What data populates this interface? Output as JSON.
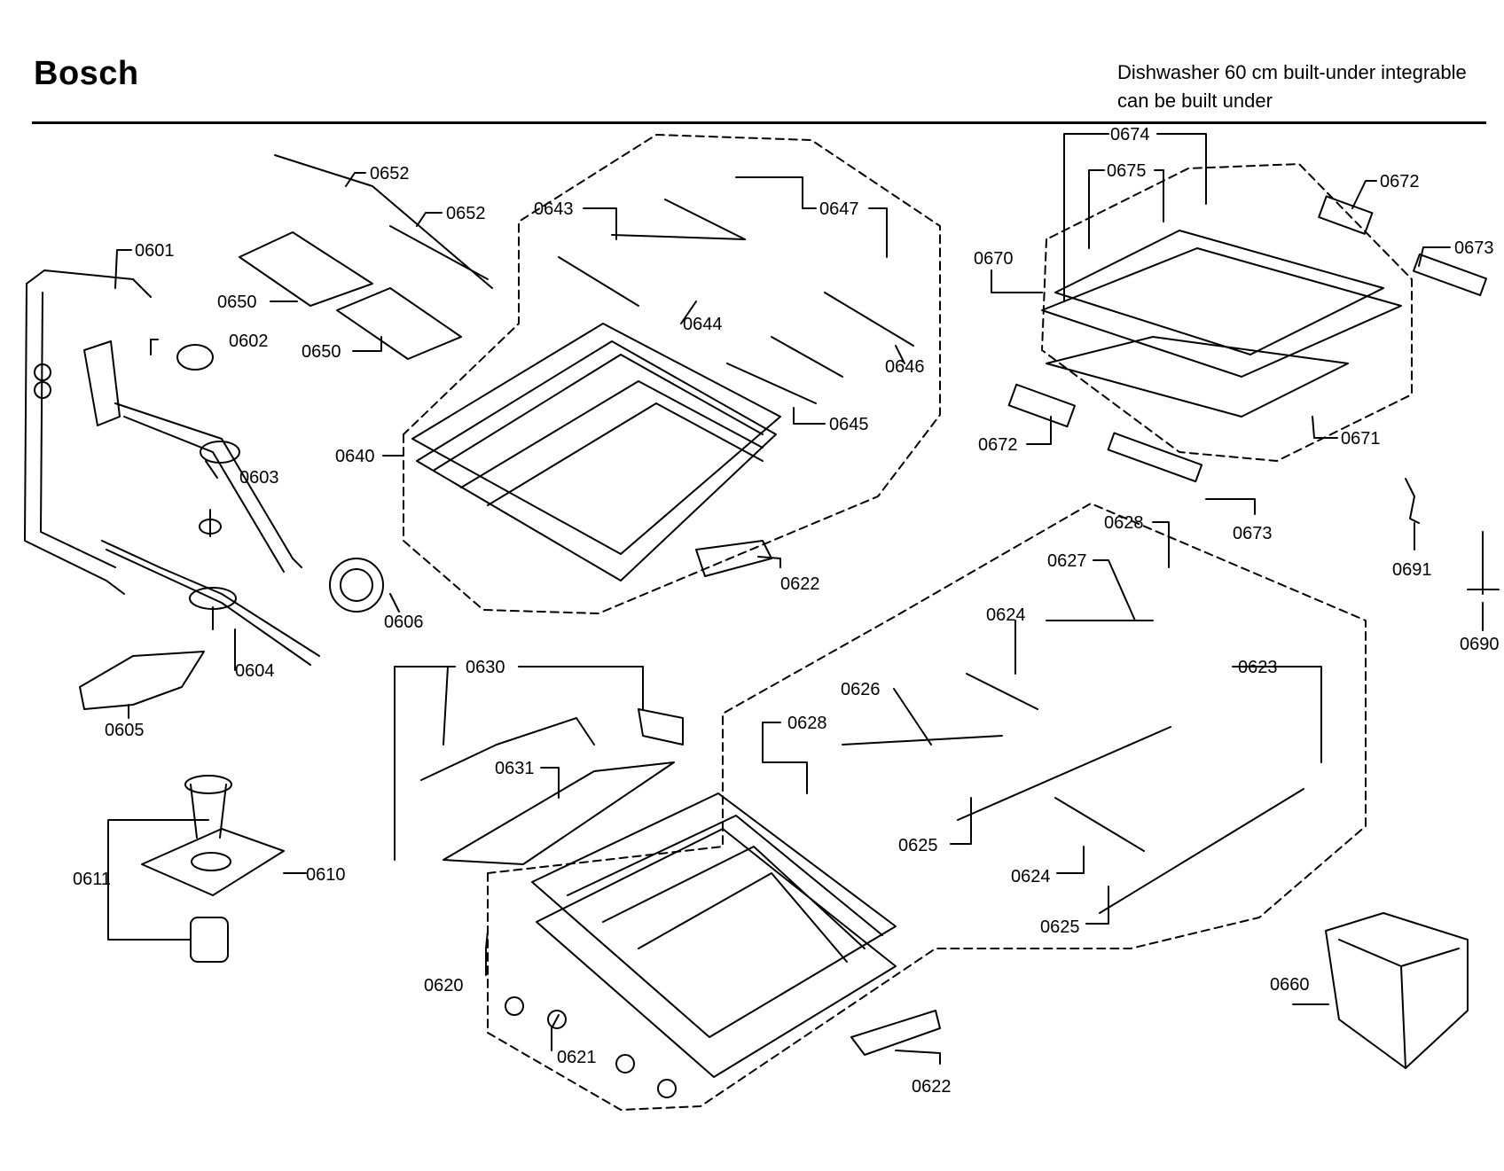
{
  "header": {
    "brand": "Bosch",
    "description_line1": "Dishwasher 60 cm built-under integrable",
    "description_line2": "can be built under"
  },
  "parts": {
    "p0601": "0601",
    "p0602": "0602",
    "p0603": "0603",
    "p0604": "0604",
    "p0605": "0605",
    "p0606": "0606",
    "p0610": "0610",
    "p0611": "0611",
    "p0620": "0620",
    "p0621": "0621",
    "p0622a": "0622",
    "p0622b": "0622",
    "p0623": "0623",
    "p0624a": "0624",
    "p0624b": "0624",
    "p0625a": "0625",
    "p0625b": "0625",
    "p0626": "0626",
    "p0627": "0627",
    "p0628a": "0628",
    "p0628b": "0628",
    "p0630": "0630",
    "p0631": "0631",
    "p0640": "0640",
    "p0643": "0643",
    "p0644": "0644",
    "p0645": "0645",
    "p0646": "0646",
    "p0647": "0647",
    "p0650a": "0650",
    "p0650b": "0650",
    "p0652a": "0652",
    "p0652b": "0652",
    "p0660": "0660",
    "p0670": "0670",
    "p0671": "0671",
    "p0672a": "0672",
    "p0672b": "0672",
    "p0673a": "0673",
    "p0673b": "0673",
    "p0674": "0674",
    "p0675": "0675",
    "p0690": "0690",
    "p0691": "0691"
  }
}
